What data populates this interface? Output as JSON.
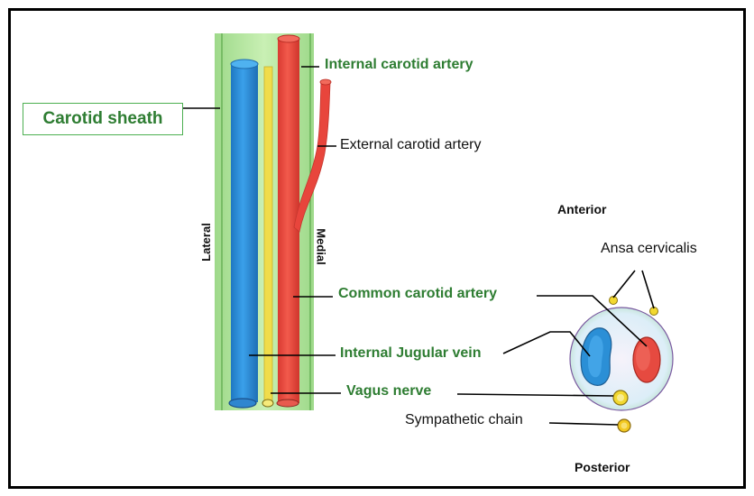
{
  "labels": {
    "carotid_sheath": "Carotid sheath",
    "internal_carotid": "Internal carotid artery",
    "external_carotid": "External carotid artery",
    "common_carotid": "Common carotid artery",
    "internal_jugular": "Internal Jugular vein",
    "vagus": "Vagus nerve",
    "sympathetic": "Sympathetic chain",
    "ansa": "Ansa cervicalis",
    "anterior": "Anterior",
    "posterior": "Posterior",
    "lateral": "Lateral",
    "medial": "Medial"
  },
  "colors": {
    "sheath": "#b8e6a0",
    "vein": "#2b8fd6",
    "artery": "#e8453c",
    "nerve": "#f2e04a",
    "accent_text": "#2e7d32"
  }
}
